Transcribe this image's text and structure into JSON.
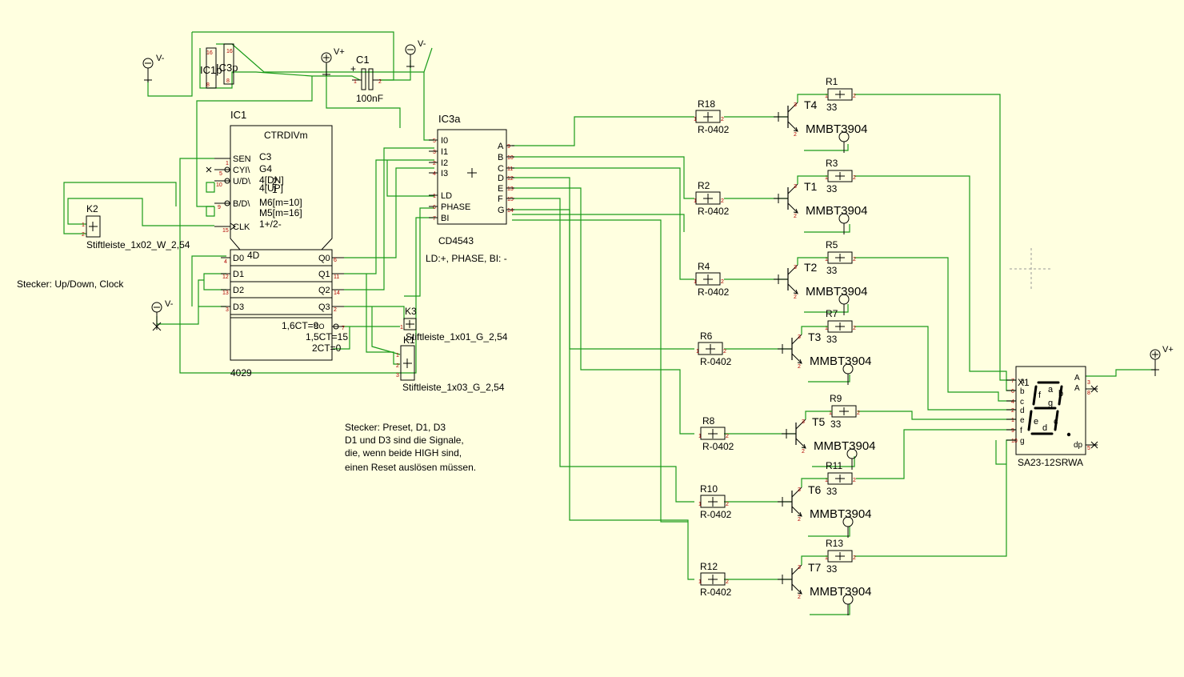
{
  "colors": {
    "background": "#ffffe0",
    "wire": "#1a9b1a",
    "pin_label": "#b00000",
    "symbol": "#000000"
  },
  "power": {
    "vminus": "V-",
    "vplus": "V+"
  },
  "c1": {
    "ref": "C1",
    "value": "100nF",
    "plus": "+"
  },
  "ic1p": {
    "ref": "IC1p",
    "overlap": "IC3p",
    "p16": "16",
    "p8": "8",
    "p16b": "16",
    "p8b": "8"
  },
  "ic1": {
    "ref": "IC1",
    "type": "CTRDIVm",
    "part": "4029",
    "left_pins": [
      "SEN",
      "CYI\\",
      "U/D\\",
      "B/D\\",
      "CLK"
    ],
    "inner": [
      "C3",
      "G4",
      "4[DN]",
      "4[UP]",
      "M6[m=10]",
      "M5[m=16]",
      "1+/2-"
    ],
    "inner_overlap": [
      "2",
      "1"
    ],
    "pin_nums": [
      "1",
      "5",
      "10",
      "9",
      "15",
      "4",
      "12",
      "13",
      "3",
      "6",
      "11",
      "14",
      "2",
      "7"
    ],
    "data_in": [
      "D0",
      "D1",
      "D2",
      "D3"
    ],
    "data_mark": "4D",
    "q_out": [
      "Q0",
      "Q1",
      "Q2",
      "Q3"
    ],
    "co": [
      "1,6CT=9",
      "1,5CT=15",
      "2CT=0"
    ],
    "co_pin": "CO"
  },
  "ic3a": {
    "ref": "IC3a",
    "part": "CD4543",
    "note": "LD:+, PHASE, BI: -",
    "inputs": [
      "I0",
      "I1",
      "I2",
      "I3",
      "LD",
      "PHASE",
      "BI"
    ],
    "in_pins": [
      "5",
      "3",
      "2",
      "4",
      "1",
      "6",
      "7"
    ],
    "outputs": [
      "A",
      "B",
      "C",
      "D",
      "E",
      "F",
      "G"
    ],
    "out_pins": [
      "9",
      "10",
      "11",
      "12",
      "13",
      "15",
      "14"
    ]
  },
  "connectors": {
    "k2": {
      "ref": "K2",
      "part": "Stiftleiste_1x02_W_2,54",
      "pins": [
        "1",
        "2"
      ]
    },
    "k3": {
      "ref": "K3",
      "part": "Stiftleiste_1x01_G_2,54",
      "pins": [
        "1"
      ]
    },
    "k1": {
      "ref": "K1",
      "part": "Stiftleiste_1x03_G_2,54",
      "pins": [
        "1",
        "2",
        "3"
      ]
    }
  },
  "notes": {
    "updown": "Stecker: Up/Down, Clock",
    "preset": [
      "Stecker: Preset, D1, D3",
      "D1 und D3 sind die Signale,",
      "die, wenn beide HIGH sind,",
      "einen Reset auslösen müssen."
    ]
  },
  "drivers": [
    {
      "res": "R18",
      "rpart": "R-0402",
      "tr": "T4",
      "tpart": "MMBT3904",
      "rc": "R1",
      "rcval": "33"
    },
    {
      "res": "R2",
      "rpart": "R-0402",
      "tr": "T1",
      "tpart": "MMBT3904",
      "rc": "R3",
      "rcval": "33"
    },
    {
      "res": "R4",
      "rpart": "R-0402",
      "tr": "T2",
      "tpart": "MMBT3904",
      "rc": "R5",
      "rcval": "33"
    },
    {
      "res": "R6",
      "rpart": "R-0402",
      "tr": "T3",
      "tpart": "MMBT3904",
      "rc": "R7",
      "rcval": "33"
    },
    {
      "res": "R8",
      "rpart": "R-0402",
      "tr": "T5",
      "tpart": "MMBT3904",
      "rc": "R9",
      "rcval": "33"
    },
    {
      "res": "R10",
      "rpart": "R-0402",
      "tr": "T6",
      "tpart": "MMBT3904",
      "rc": "R11",
      "rcval": "33"
    },
    {
      "res": "R12",
      "rpart": "R-0402",
      "tr": "T7",
      "tpart": "MMBT3904",
      "rc": "R13",
      "rcval": "33"
    }
  ],
  "pin_marks": {
    "p1": "1",
    "p2": "2",
    "p3": "3"
  },
  "x1": {
    "ref": "X1",
    "part": "SA23-12SRWA",
    "left_pins": [
      "a",
      "b",
      "c",
      "d",
      "e",
      "f",
      "g"
    ],
    "left_nums": [
      "7",
      "6",
      "4",
      "2",
      "1",
      "9",
      "10"
    ],
    "anodes": [
      "A",
      "A"
    ],
    "anode_pins": [
      "3",
      "8"
    ],
    "dp": "dp",
    "dp_pin": "5",
    "seg_letters": [
      "a",
      "b",
      "c",
      "d",
      "e",
      "f",
      "g"
    ]
  }
}
